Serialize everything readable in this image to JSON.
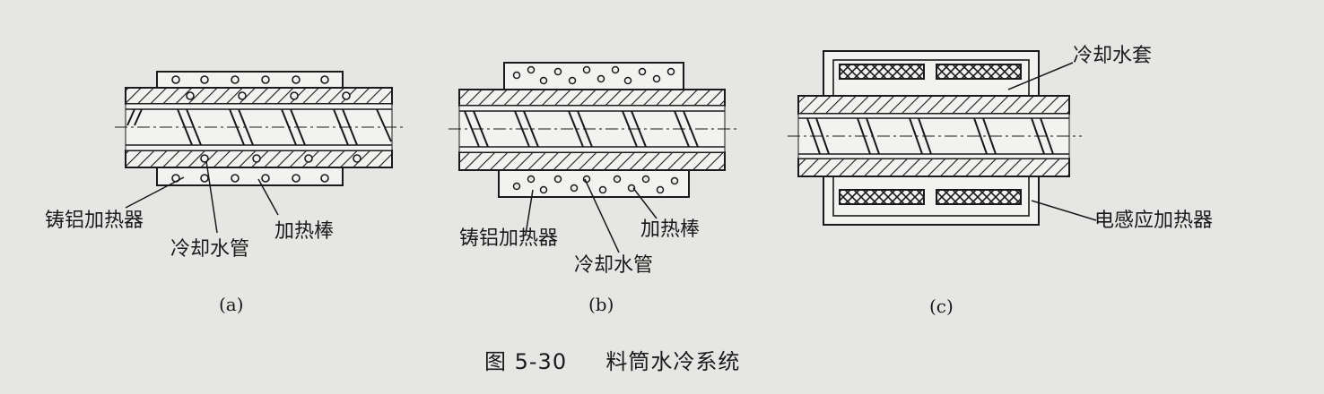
{
  "panels": [
    {
      "id": "a",
      "sublabel": "(a)",
      "labels": {
        "cast_aluminum_heater": "铸铝加热器",
        "cooling_water_pipe": "冷却水管",
        "heating_rod": "加热棒"
      }
    },
    {
      "id": "b",
      "sublabel": "(b)",
      "labels": {
        "cast_aluminum_heater": "铸铝加热器",
        "cooling_water_pipe": "冷却水管",
        "heating_rod": "加热棒"
      }
    },
    {
      "id": "c",
      "sublabel": "(c)",
      "labels": {
        "cooling_water_jacket": "冷却水套",
        "induction_heater": "电感应加热器"
      }
    }
  ],
  "caption": {
    "figure_number": "图 5-30",
    "title": "料筒水冷系统"
  }
}
